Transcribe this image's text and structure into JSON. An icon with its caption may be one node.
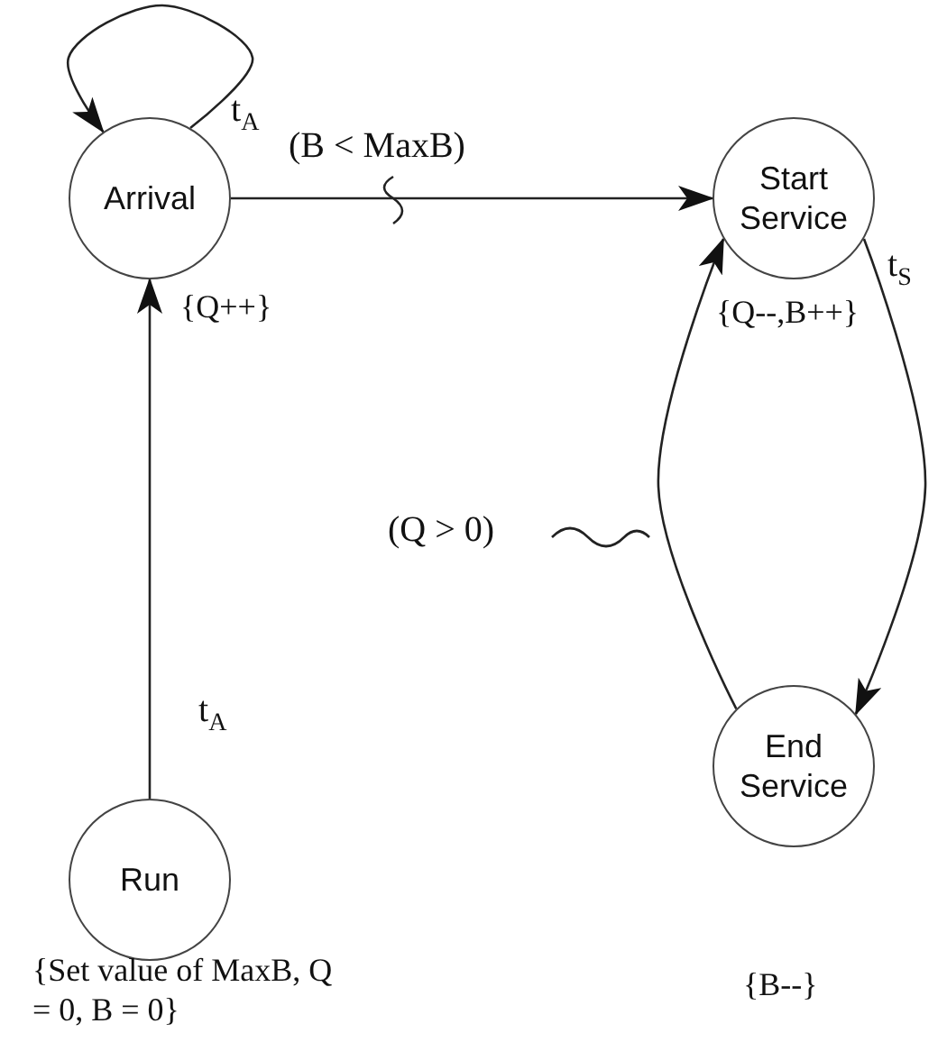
{
  "diagram": {
    "nodes": [
      {
        "text": [
          "Arrival"
        ],
        "beside": [
          "{Q++}"
        ]
      },
      {
        "text": [
          "Start Service"
        ],
        "beside": [
          "{Q--,B++}"
        ]
      },
      {
        "text": [
          "Run"
        ],
        "beside": [
          "{Set value of MaxB, Q = 0, B = 0}"
        ]
      },
      {
        "text": [
          "End Service"
        ],
        "beside": [
          "{B--}"
        ]
      }
    ],
    "edges": [
      {
        "from": 0,
        "to": 0,
        "arrow": "to",
        "label": "t$_{A}$"
      },
      {
        "from": 0,
        "to": 1,
        "arrow": "to",
        "label": "(B < MaxB)"
      },
      {
        "from": 2,
        "to": 0,
        "arrow": "to",
        "label": "t$_{A}$"
      },
      {
        "from": 1,
        "to": 3,
        "arrow": "to",
        "label": "t$_{S}$"
      },
      {
        "from": 3,
        "to": 1,
        "arrow": "to",
        "label": "(Q > 0)"
      }
    ]
  }
}
